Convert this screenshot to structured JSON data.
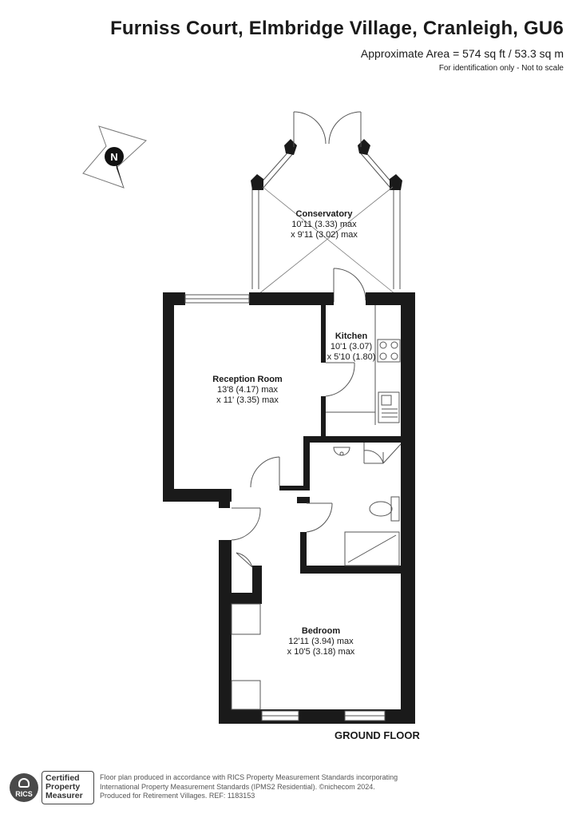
{
  "header": {
    "title": "Furniss Court, Elmbridge Village, Cranleigh, GU6",
    "area": "Approximate Area = 574 sq ft / 53.3 sq m",
    "note": "For identification only - Not to scale"
  },
  "compass": {
    "letter": "N"
  },
  "rooms": {
    "conservatory": {
      "name": "Conservatory",
      "dim1": "10'11 (3.33) max",
      "dim2": "x 9'11 (3.02) max"
    },
    "kitchen": {
      "name": "Kitchen",
      "dim1": "10'1 (3.07)",
      "dim2": "x 5'10 (1.80)"
    },
    "reception": {
      "name": "Reception Room",
      "dim1": "13'8 (4.17) max",
      "dim2": "x 11' (3.35) max"
    },
    "bedroom": {
      "name": "Bedroom",
      "dim1": "12'11 (3.94) max",
      "dim2": "x 10'5 (3.18) max"
    }
  },
  "floor_label": "GROUND FLOOR",
  "footer": {
    "logo_text": "RICS",
    "certified": [
      "Certified",
      "Property",
      "Measurer"
    ],
    "lines": [
      "Floor plan produced in accordance with RICS Property Measurement Standards incorporating",
      "International Property Measurement Standards (IPMS2 Residential).  ©nichecom 2024.",
      "Produced for Retirement Villages.   REF:  1183153"
    ]
  },
  "colors": {
    "wall": "#1a1a1a",
    "line": "#555555",
    "logo": "#4a4a4a"
  }
}
